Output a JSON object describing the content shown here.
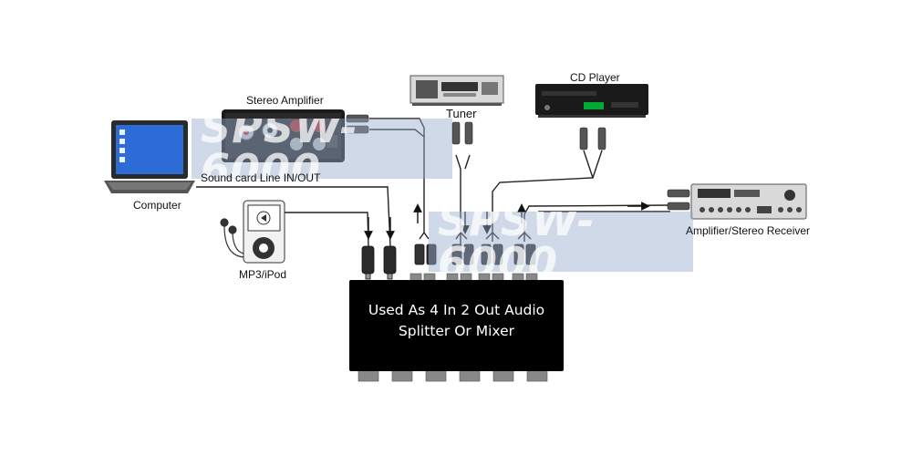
{
  "labels": {
    "stereo_amplifier": "Stereo Amplifier",
    "tuner": "Tuner",
    "cd_player": "CD Player",
    "computer": "Computer",
    "sound_card": "Sound card Line IN/OUT",
    "mp3": "MP3/iPod",
    "receiver": "Amplifier/Stereo Receiver"
  },
  "mixer": {
    "line1": "Used As 4 In 2 Out Audio",
    "line2": "Splitter Or Mixer"
  },
  "watermark": {
    "text": "SPSW-6000"
  },
  "colors": {
    "device_body": "#1b1b1b",
    "cable": "#222222",
    "watermark_bg": "#9aaacd"
  }
}
